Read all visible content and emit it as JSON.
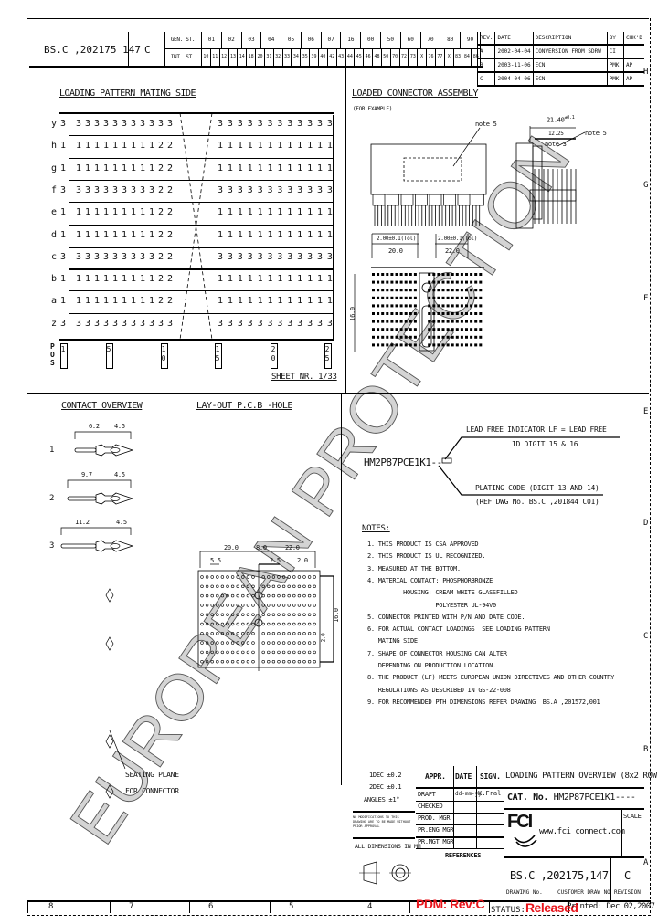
{
  "header": {
    "drawing_number": "BS.C ,202175 147",
    "revision": "C",
    "gen_st_label": "GEN. ST.",
    "int_st_label": "INT. ST.",
    "gen_st": [
      "01",
      "02",
      "03",
      "04",
      "05",
      "06",
      "07",
      "16",
      "00",
      "50",
      "60",
      "70",
      "80",
      "90"
    ],
    "int_st": [
      "10",
      "11",
      "12",
      "13",
      "14",
      "18",
      "20",
      "31",
      "32",
      "33",
      "34",
      "35",
      "39",
      "40",
      "42",
      "43",
      "44",
      "45",
      "46",
      "48",
      "50",
      "70",
      "72",
      "73",
      "X",
      "76",
      "77",
      "X",
      "83",
      "84",
      "86"
    ]
  },
  "revision_table": {
    "headers": [
      "REV.",
      "DATE",
      "DESCRIPTION",
      "BY",
      "CHK'D"
    ],
    "rows": [
      {
        "rev": "A",
        "date": "2002-04-04",
        "description": "CONVERSION FROM SDRW",
        "by": "CI",
        "chkd": ""
      },
      {
        "rev": "B",
        "date": "2003-11-06",
        "description": "ECN",
        "by": "PMK",
        "chkd": "AP"
      },
      {
        "rev": "C",
        "date": "2004-04-06",
        "description": "ECN",
        "by": "PMK",
        "chkd": "AP"
      }
    ]
  },
  "zones": {
    "right": [
      "H",
      "G",
      "F",
      "E",
      "D",
      "C",
      "B",
      "A"
    ],
    "bottom": [
      "8",
      "7",
      "6",
      "5",
      "4"
    ]
  },
  "loading_pattern": {
    "title": "LOADING PATTERN MATING SIDE",
    "rows": [
      {
        "label": "y",
        "left": "333333333333",
        "right": "333333333333"
      },
      {
        "label": "h",
        "left": "111111111122",
        "right": "111111111111"
      },
      {
        "label": "g",
        "left": "111111111122",
        "right": "111111111111"
      },
      {
        "label": "f",
        "left": "333333333322",
        "right": "333333333333"
      },
      {
        "label": "e",
        "left": "111111111122",
        "right": "111111111111"
      },
      {
        "label": "d",
        "left": "111111111122",
        "right": "111111111111"
      },
      {
        "label": "c",
        "left": "333333333322",
        "right": "333333333333"
      },
      {
        "label": "b",
        "left": "111111111122",
        "right": "111111111111"
      },
      {
        "label": "a",
        "left": "111111111122",
        "right": "111111111111"
      },
      {
        "label": "z",
        "left": "333333333333",
        "right": "333333333333"
      }
    ],
    "pos_label": "POS",
    "positions": [
      "1",
      "5",
      "10",
      "15",
      "20",
      "25"
    ],
    "sheet": "SHEET NR. 1/33"
  },
  "assembly": {
    "title": "LOADED CONNECTOR ASSEMBLY",
    "subtitle": "(FOR EXAMPLE)",
    "note5a": "note 5",
    "note5b": "note 5",
    "note3": "note 3",
    "dim_width": "21.40",
    "dim_width_tol": "±0.1",
    "dim_inner": "12.25",
    "dim_pitch_left": "2.00±0.1(Tol)",
    "dim_left": "20.0",
    "dim_pitch_right": "2.00±0.1(Tol)",
    "dim_right": "22.0",
    "dim_height": "16.0"
  },
  "part_code": {
    "part_number": "HM2P87PCE1K1--",
    "lead_free": "LEAD FREE INDICATOR   LF = LEAD FREE",
    "lead_free_digit": "ID DIGIT 15 & 16",
    "plating": "PLATING CODE (DIGIT 13 AND 14)",
    "plating_ref": "(REF DWG No. BS.C ,201844 C01)"
  },
  "notes": {
    "title": "NOTES:",
    "items": [
      "1. THIS PRODUCT IS CSA APPROVED",
      "2. THIS PRODUCT IS UL RECOGNIZED.",
      "3. MEASURED AT THE BOTTOM.",
      "4. MATERIAL CONTACT: PHOSPHORBRONZE",
      "          HOUSING: CREAM WHITE GLASSFILLED",
      "                   POLYESTER UL-94V0",
      "5. CONNECTOR PRINTED WITH P/N AND DATE CODE.",
      "6. FOR ACTUAL CONTACT LOADINGS  SEE LOADING PATTERN",
      "   MATING SIDE",
      "7. SHAPE OF CONNECTOR HOUSING CAN ALTER",
      "   DEPENDING ON PRODUCTION LOCATION.",
      "8. THE PRODUCT (LF) MEETS EUROPEAN UNION DIRECTIVES AND OTHER COUNTRY",
      "   REGULATIONS AS DESCRIBED IN GS-22-008",
      "9. FOR RECOMMENDED PTH DIMENSIONS REFER DRAWING  BS.A ,201572,001"
    ]
  },
  "contact_overview": {
    "title": "CONTACT OVERVIEW",
    "contacts": [
      {
        "num": "1",
        "dim_a": "6.2",
        "dim_b": "4.5"
      },
      {
        "num": "2",
        "dim_a": "9.7",
        "dim_b": "4.5"
      },
      {
        "num": "3",
        "dim_a": "11.2",
        "dim_b": "4.5"
      }
    ],
    "seating_plane": "SEATING PLANE",
    "for_connector": "FOR CONNECTOR"
  },
  "pcb_layout": {
    "title": "LAY-OUT P.C.B -HOLE",
    "dims": {
      "d1": "20.0",
      "d2": "8.0",
      "d3": "22.0",
      "d4": "5.5",
      "d5": "2.5",
      "d6": "2.0",
      "d7": "16.0",
      "d8": "2.0"
    }
  },
  "title_block": {
    "tol1": "1DEC ±0.2",
    "tol2": "2DEC ±0.1",
    "tol3": "ANGLES ±1°",
    "fine_print": "NO MODIFICATIONS TO THIS DRAWING ARE TO BE MADE WITHOUT PRIOR APPROVAL",
    "all_dims": "ALL DIMENSIONS IN MM",
    "appr": "APPR.",
    "date": "DATE",
    "sign": "SIGN.",
    "drawing_title": "LOADING PATTERN OVERVIEW (8x2 ROW)",
    "roles": [
      "DRAFT",
      "CHECKED",
      "PROD. MGR",
      "PR.ENG MGR",
      "PR.MGT MGR"
    ],
    "draft_date": "dd-mm-yy",
    "draft_sign": "K.Fral",
    "references": "REFERENCES",
    "cat_no_label": "CAT. No.",
    "cat_no": "HM2P87PCE1K1----",
    "logo": "FCI",
    "website": "www.fci connect.com",
    "scale": "SCALE",
    "drawing_no": "BS.C ,202175,147",
    "revision": "C",
    "drawing_no_label": "DRAWING No.",
    "customer_label": "CUSTOMER DRAW NO",
    "revision_label": "REVISION"
  },
  "footer": {
    "pdm": "PDM: Rev:C",
    "status_label": "STATUS:",
    "status": "Released",
    "printed": "Printed: Dec 02,2007"
  },
  "watermark": "EUROPEAN PROTECTION",
  "colors": {
    "stamp_red": "#e8141b",
    "ink": "#111111"
  }
}
